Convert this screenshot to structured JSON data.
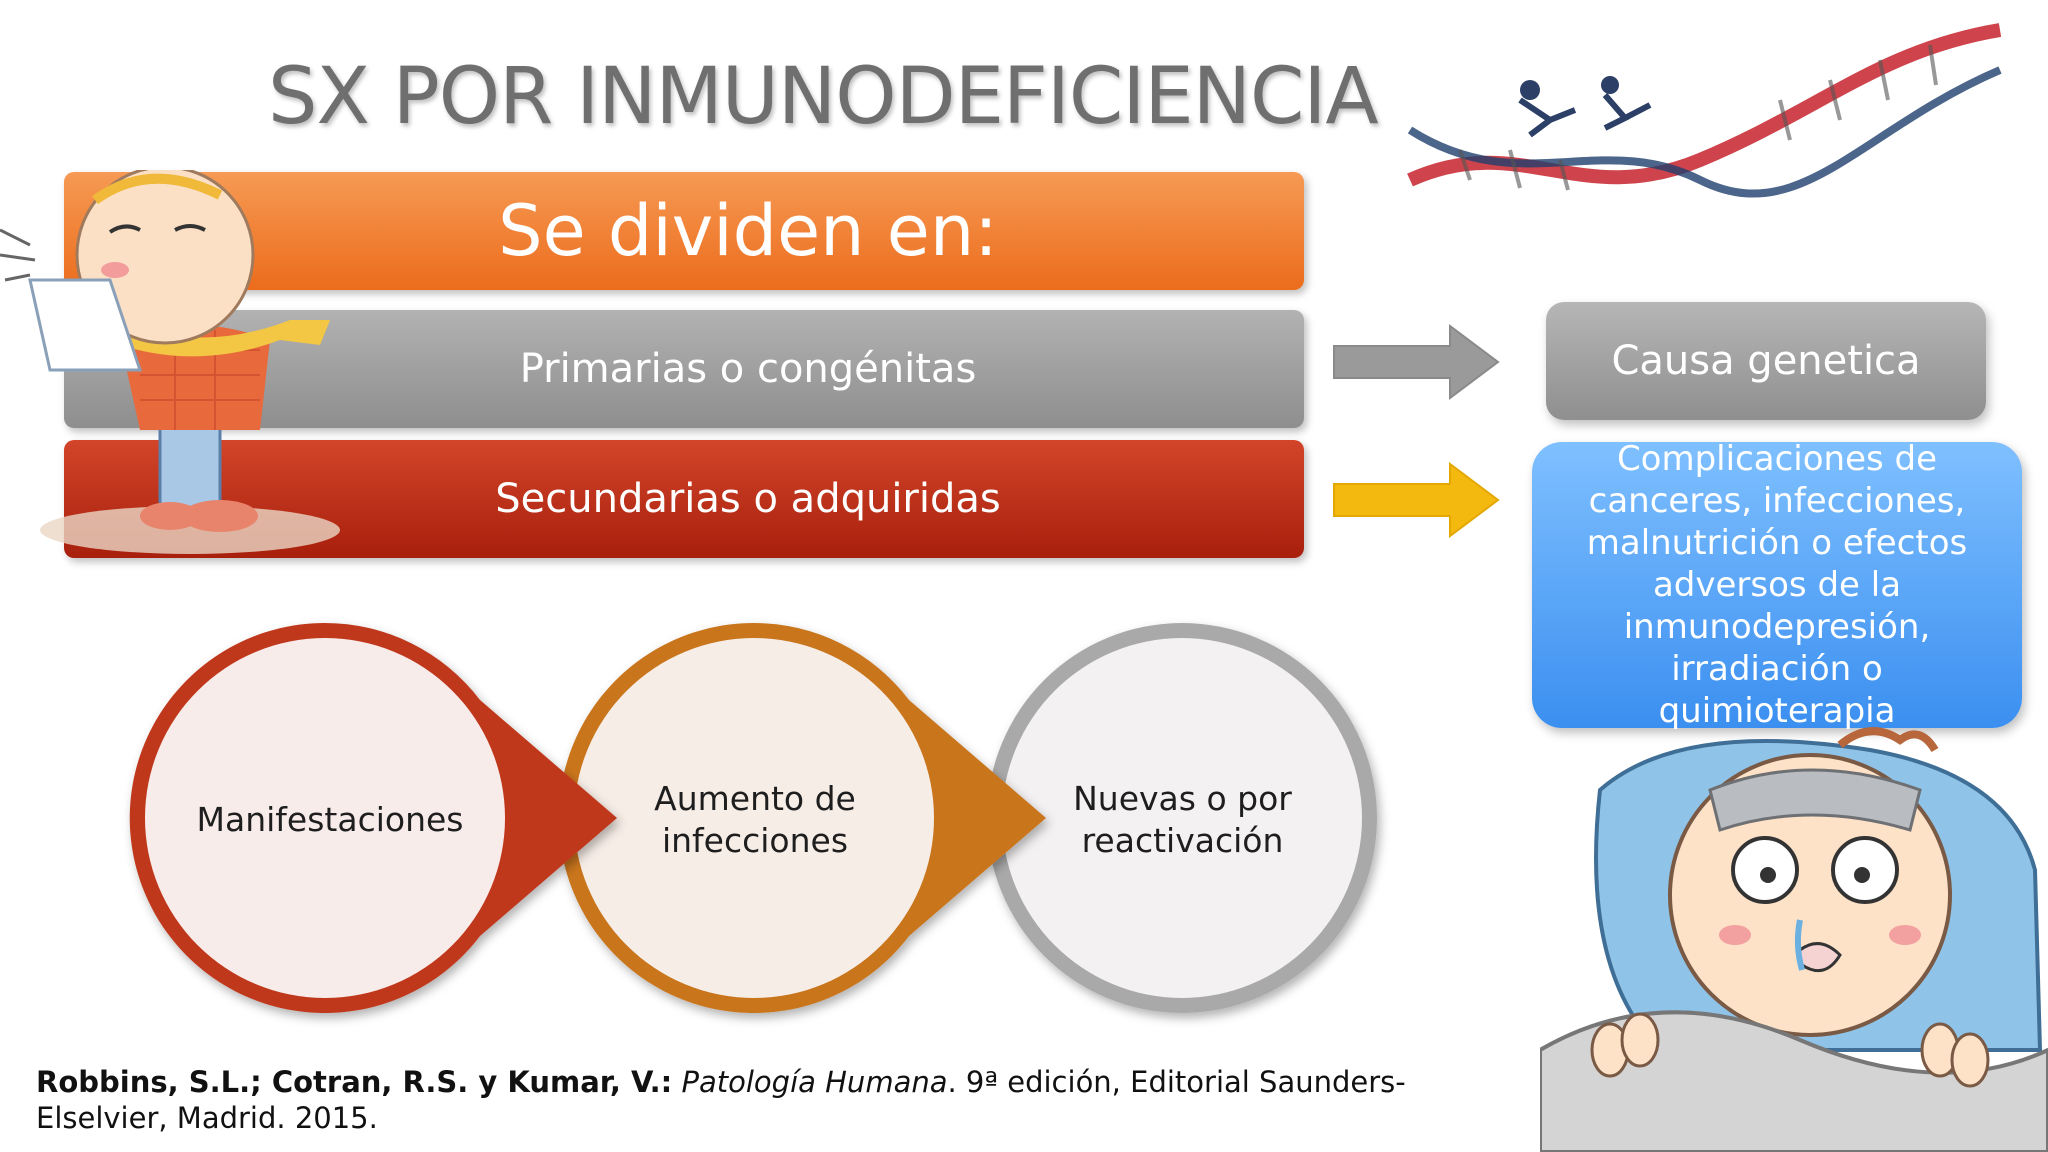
{
  "title": "SX POR INMUNODEFICIENCIA",
  "header_bar": "Se dividen en:",
  "rows": [
    {
      "label": "Primarias o congénitas",
      "result": "Causa genetica",
      "arrow_color": "#9a9a9a"
    },
    {
      "label": "Secundarias o adquiridas",
      "result": "Complicaciones de canceres, infecciones, malnutrición o efectos adversos de la inmunodepresión, irradiación o quimioterapia",
      "arrow_color": "#f4b90f"
    }
  ],
  "process": [
    {
      "label": "Manifestaciones",
      "color": "#c0391b"
    },
    {
      "label": "Aumento de infecciones",
      "color": "#c9741c"
    },
    {
      "label": "Nuevas o por reactivación",
      "color": "#a9a9a9"
    }
  ],
  "reference": {
    "authors": "Robbins, S.L.; Cotran, R.S. y Kumar, V.:",
    "book": "Patología Humana",
    "details": ". 9ª edición, Editorial Saunders-Elselvier, Madrid. 2015."
  },
  "colors": {
    "orange": "#ec6c1c",
    "gray": "#9a9a9a",
    "red": "#a81f0c",
    "blue": "#3b8ff0",
    "title": "#6f6f6f"
  },
  "illustrations": [
    "sneezing-child-illustration",
    "dna-helix-illustration",
    "sick-child-in-bed-illustration"
  ]
}
